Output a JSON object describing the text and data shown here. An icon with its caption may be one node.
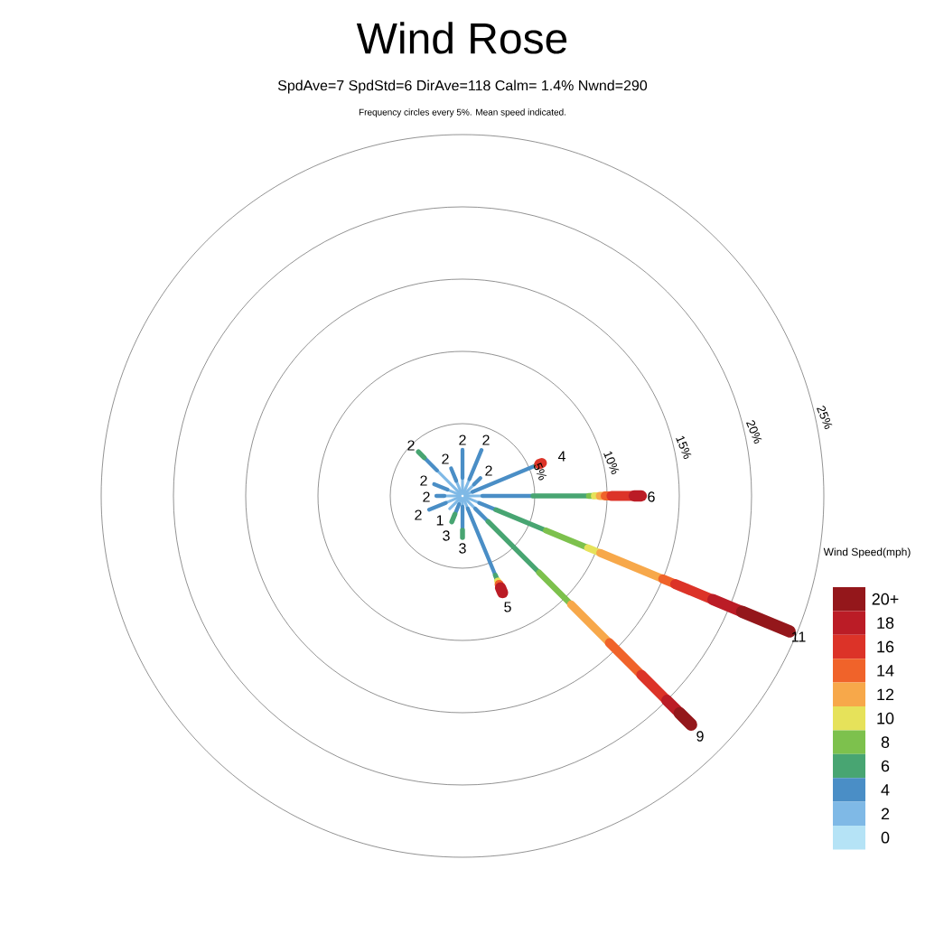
{
  "diagram": {
    "title": "Wind Rose",
    "labels": [
      "SpdAve=7  SpdStd=6  DirAve=118   Calm= 1.4%  Nwnd=290",
      "Frequency circles every 5%. Mean speed indicated.",
      "5%",
      "10%",
      "15%",
      "20%",
      "25%",
      "2",
      "2",
      "2",
      "4",
      "6",
      "11",
      "9",
      "5",
      "3",
      "3",
      "1",
      "2",
      "2",
      "2",
      "2",
      "2",
      "Wind Speed(mph)"
    ],
    "legend": [
      {
        "text": "20+",
        "color": "#94171b"
      },
      {
        "text": "18",
        "color": "#bb1c26"
      },
      {
        "text": "16",
        "color": "#dc3328"
      },
      {
        "text": "14",
        "color": "#f0632a"
      },
      {
        "text": "12",
        "color": "#f7a84a"
      },
      {
        "text": "10",
        "color": "#e6e25a"
      },
      {
        "text": "8",
        "color": "#7dc14d"
      },
      {
        "text": "6",
        "color": "#48a572"
      },
      {
        "text": "4",
        "color": "#4a8ec6"
      },
      {
        "text": "2",
        "color": "#7fb9e6"
      },
      {
        "text": "0",
        "color": "#b5e3f6"
      }
    ]
  }
}
